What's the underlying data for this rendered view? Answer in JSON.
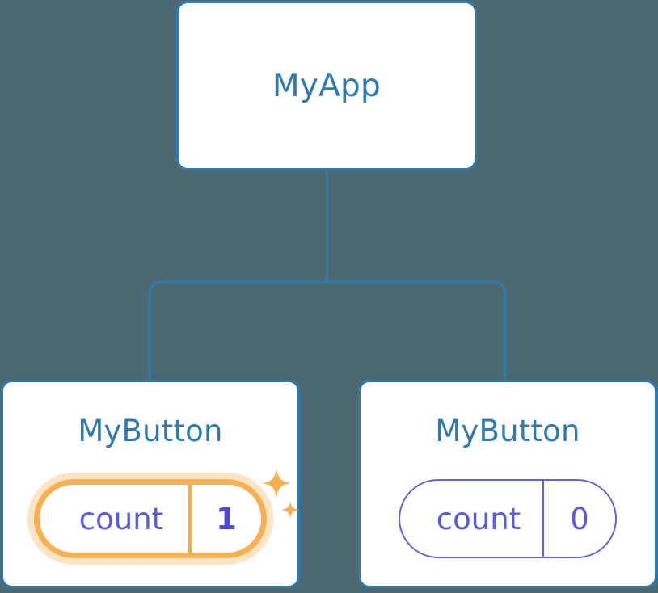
{
  "diagram": {
    "type": "component-tree",
    "background_color": "#4c6872",
    "node_border_color": "#2f7bae",
    "node_title_color": "#2f7bae",
    "edge_color": "#2f7bae",
    "state_label_color": "#5b5be0",
    "highlight_color": "#f7b152",
    "highlight_glow_color": "#fbd9a8"
  },
  "root": {
    "title": "MyApp"
  },
  "children": [
    {
      "title": "MyButton",
      "state": {
        "label": "count",
        "value": "1"
      },
      "highlighted": true,
      "sparkle_icons": [
        "sparkle-large-icon",
        "sparkle-small-icon"
      ]
    },
    {
      "title": "MyButton",
      "state": {
        "label": "count",
        "value": "0"
      },
      "highlighted": false,
      "sparkle_icons": []
    }
  ]
}
